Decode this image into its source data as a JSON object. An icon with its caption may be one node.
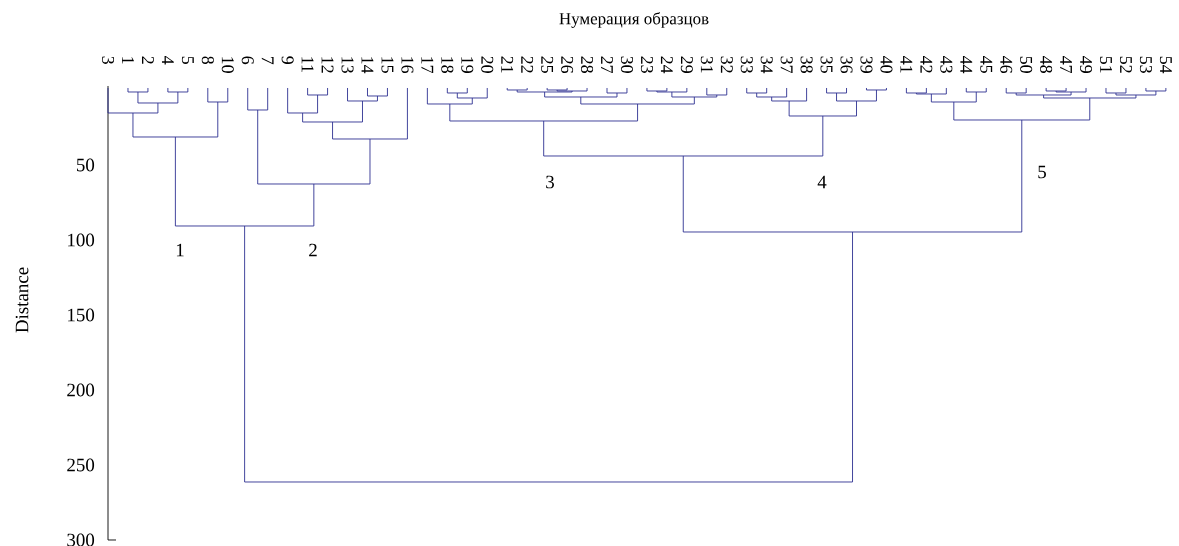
{
  "diagram": {
    "title": "Нумерация образцов",
    "labels": [
      "3",
      "1",
      "2",
      "4",
      "5",
      "8",
      "10",
      "6",
      "7",
      "9",
      "11",
      "12",
      "13",
      "14",
      "15",
      "16",
      "17",
      "18",
      "19",
      "20",
      "21",
      "22",
      "25",
      "26",
      "28",
      "27",
      "30",
      "23",
      "24",
      "29",
      "31",
      "32",
      "33",
      "34",
      "37",
      "38",
      "35",
      "36",
      "39",
      "40",
      "41",
      "42",
      "43",
      "44",
      "45",
      "46",
      "50",
      "48",
      "47",
      "49",
      "51",
      "52",
      "53",
      "54",
      "1",
      "2",
      "3",
      "4",
      "5",
      "Distance",
      "50",
      "100",
      "150",
      "200",
      "250",
      "300"
    ]
  }
}
